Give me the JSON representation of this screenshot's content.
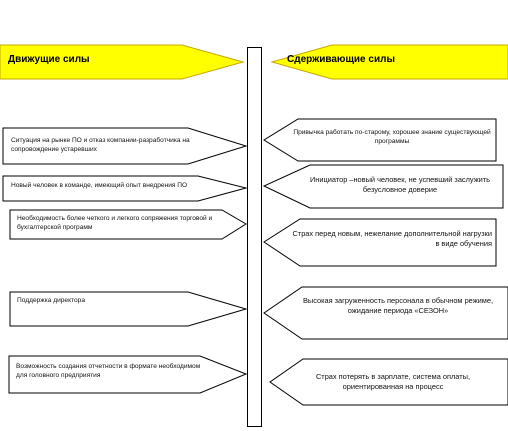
{
  "colors": {
    "header_fill": "#FFFF00",
    "header_stroke": "#C8A800",
    "line": "#000000",
    "box_fill": "#FFFFFF"
  },
  "headers": {
    "driving": "Движущие силы",
    "restraining": "Сдерживающие силы"
  },
  "driving": [
    {
      "text": "Ситуация на рынке ПО и отказ компании-разработчика на сопровождение устаревших"
    },
    {
      "text": "Новый человек в команде, имеющий опыт внедрения ПО"
    },
    {
      "text": "Необходимость более четкого и легкого сопряжения торговой и бухгалтерской программ"
    },
    {
      "text": "Поддержка директора"
    },
    {
      "text": "Возможность создания отчетности в формате необходимом для головного предприятия"
    }
  ],
  "restraining": [
    {
      "text": "Привычка работать по-старому, хорошее знание существующей программы"
    },
    {
      "text": "Инициатор –новый человек, не успевший заслужить безусловное доверие"
    },
    {
      "text": "Страх перед новым, нежелание дополнительной нагрузки в виде обучения"
    },
    {
      "text": "Высокая загруженность персонала в обычном режиме, ожидание периода «СЕЗОН»"
    },
    {
      "text": "Страх потерять в зарплате, система оплаты, ориентированная на процесс"
    }
  ]
}
